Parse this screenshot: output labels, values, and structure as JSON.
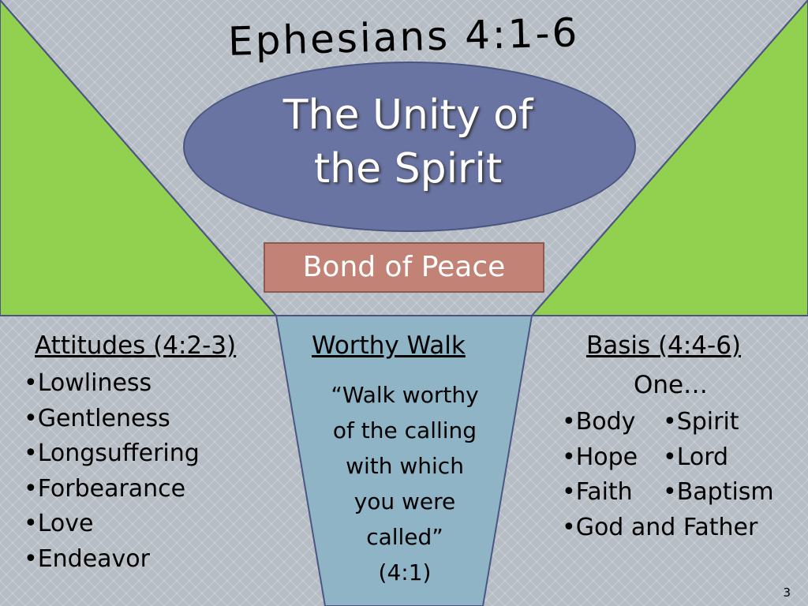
{
  "slide": {
    "title": "Ephesians 4:1-6",
    "main_theme": [
      "The Unity of",
      "the Spirit"
    ],
    "bond_label": "Bond of Peace",
    "page_number": "3",
    "colors": {
      "green": "#92d050",
      "oval": "#6974a3",
      "bond": "#c28275",
      "funnel": "#8eb4c6",
      "background": "#b8bfc6"
    }
  },
  "attitudes": {
    "heading": "Attitudes (4:2-3)",
    "items": [
      "•Lowliness",
      "•Gentleness",
      "•Longsuffering",
      "•Forbearance",
      "•Love",
      "•Endeavor"
    ]
  },
  "worthy_walk": {
    "heading": "Worthy Walk",
    "quote_lines": [
      "“Walk worthy",
      "of the calling",
      "with which",
      "you were",
      "called”",
      "(4:1)"
    ]
  },
  "basis": {
    "heading": "Basis (4:4-6)",
    "subheading": "One…",
    "rows": [
      [
        "•Body",
        "•Spirit"
      ],
      [
        "•Hope",
        "•Lord"
      ],
      [
        "•Faith",
        "•Baptism"
      ],
      [
        "•God and Father",
        ""
      ]
    ]
  }
}
